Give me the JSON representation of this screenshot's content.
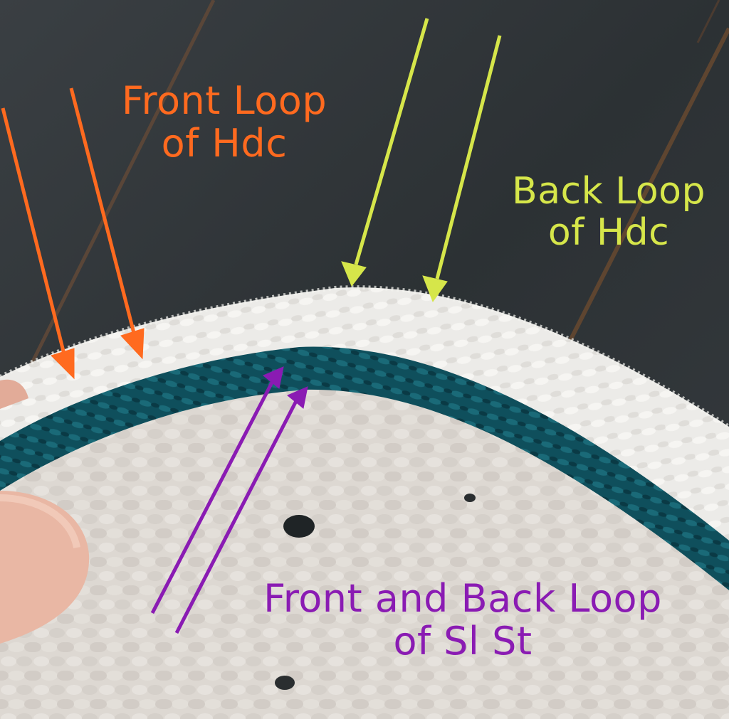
{
  "annotations": {
    "front_hdc": {
      "line1": "Front Loop",
      "line2": "of Hdc",
      "color": "#ff6a1f"
    },
    "back_hdc": {
      "line1": "Back Loop",
      "line2": "of Hdc",
      "color": "#d6e64a"
    },
    "slst": {
      "line1": "Front and Back Loop",
      "line2": "of Sl St",
      "color": "#8a1bb3"
    }
  },
  "colors": {
    "background_wood": "#2e3336",
    "white_yarn": "#ecebe8",
    "teal_yarn": "#0f4f5c",
    "cream_yarn": "#ddd8d2",
    "skin": "#e9b7a4"
  },
  "icons": [
    "arrow-icon"
  ]
}
